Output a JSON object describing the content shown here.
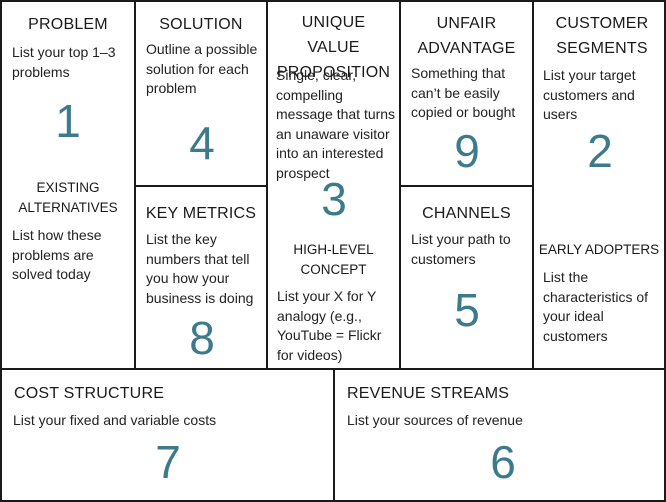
{
  "problem": {
    "title": "PROBLEM",
    "desc": "List your top 1–3 problems",
    "number": "1",
    "alt_title": "EXISTING ALTERNATIVES",
    "alt_desc": "List how these problems are solved today"
  },
  "solution": {
    "title": "SOLUTION",
    "desc": "Outline a possible solution for each problem",
    "number": "4"
  },
  "key_metrics": {
    "title": "KEY METRICS",
    "desc": "List the key numbers that tell you how your business is doing",
    "number": "8"
  },
  "uvp": {
    "title": "UNIQUE VALUE PROPOSITION",
    "desc": "Single, clear, compelling message that turns an unaware visitor into an interested prospect",
    "number": "3",
    "hl_title": "HIGH-LEVEL CONCEPT",
    "hl_desc": "List your X for Y analogy (e.g., YouTube = Flickr for videos)"
  },
  "unfair_advantage": {
    "title": "UNFAIR ADVANTAGE",
    "desc": "Something that can’t be easily copied or bought",
    "number": "9"
  },
  "channels": {
    "title": "CHANNELS",
    "desc": "List your path to customers",
    "number": "5"
  },
  "customer_segments": {
    "title": "CUSTOMER SEGMENTS",
    "desc": "List your target customers and users",
    "number": "2",
    "ea_title": "EARLY ADOPTERS",
    "ea_desc": "List the characteristics of your ideal customers"
  },
  "cost_structure": {
    "title": "COST STRUCTURE",
    "desc": "List your fixed and variable costs",
    "number": "7"
  },
  "revenue_streams": {
    "title": "REVENUE STREAMS",
    "desc": "List your sources of revenue",
    "number": "6"
  }
}
